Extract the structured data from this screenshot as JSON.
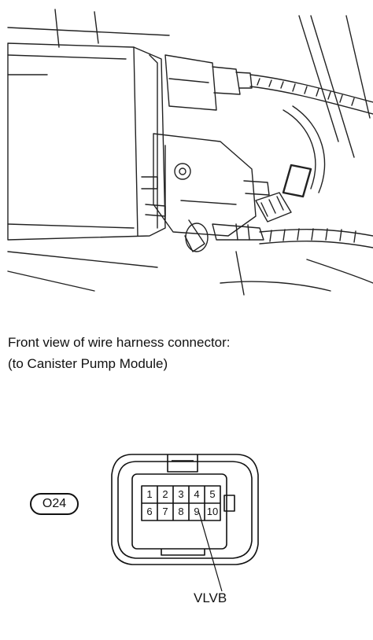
{
  "caption": {
    "line1": "Front view of wire harness connector:",
    "line2": "(to Canister Pump Module)"
  },
  "connector": {
    "code": "O24",
    "pins_top": [
      "1",
      "2",
      "3",
      "4",
      "5"
    ],
    "pins_bottom": [
      "6",
      "7",
      "8",
      "9",
      "10"
    ],
    "callout": "VLVB"
  }
}
